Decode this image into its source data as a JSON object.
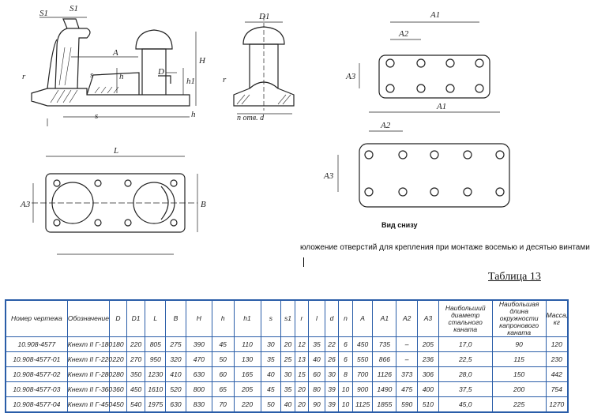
{
  "drawing": {
    "dim": {
      "s1_left": "S1",
      "s1_right": "S1",
      "A": "A",
      "L_top": "L",
      "D": "D",
      "H": "H",
      "h": "h",
      "h1": "h1",
      "s_mid": "s",
      "s_low": "s",
      "h_low": "h",
      "r": "r",
      "r_right": "r",
      "D1": "D1",
      "n_otv_d": "n отв. d",
      "L": "L",
      "B": "B",
      "A3_left": "A3",
      "A3_bottom": "A3",
      "A1_top": "A1",
      "A2_top": "A2",
      "A3_top": "A3",
      "A1_bot": "A1",
      "A2_bot": "A2",
      "A3_bot": "A3"
    },
    "caption_bottom_view": "Вид снизу"
  },
  "note": "юложение отверстий для крепления при монтаже восемью и десятью винтами",
  "table_title": "Таблица 13",
  "table": {
    "headers": [
      "Номер чертежа",
      "Обозначение",
      "D",
      "D1",
      "L",
      "B",
      "H",
      "h",
      "h1",
      "s",
      "s1",
      "r",
      "l",
      "d",
      "n",
      "A",
      "A1",
      "A2",
      "A3",
      "Наибольший диаметр стального каната",
      "Наибольшая длина окружности капронового каната",
      "Масса, кг"
    ],
    "rows": [
      [
        "10.908-4577",
        "Кнехт II Г-180",
        "180",
        "220",
        "805",
        "275",
        "390",
        "45",
        "110",
        "30",
        "20",
        "12",
        "35",
        "22",
        "6",
        "450",
        "735",
        "–",
        "205",
        "17,0",
        "90",
        "120"
      ],
      [
        "10.908-4577-01",
        "Кнехт II Г-220",
        "220",
        "270",
        "950",
        "320",
        "470",
        "50",
        "130",
        "35",
        "25",
        "13",
        "40",
        "26",
        "6",
        "550",
        "866",
        "–",
        "236",
        "22,5",
        "115",
        "230"
      ],
      [
        "10.908-4577-02",
        "Кнехт II Г-280",
        "280",
        "350",
        "1230",
        "410",
        "630",
        "60",
        "165",
        "40",
        "30",
        "15",
        "60",
        "30",
        "8",
        "700",
        "1126",
        "373",
        "306",
        "28,0",
        "150",
        "442"
      ],
      [
        "10.908-4577-03",
        "Кнехт II Г-360",
        "360",
        "450",
        "1610",
        "520",
        "800",
        "65",
        "205",
        "45",
        "35",
        "20",
        "80",
        "39",
        "10",
        "900",
        "1490",
        "475",
        "400",
        "37,5",
        "200",
        "754"
      ],
      [
        "10.908-4577-04",
        "Кнехт II Г-450",
        "450",
        "540",
        "1975",
        "630",
        "830",
        "70",
        "220",
        "50",
        "40",
        "20",
        "90",
        "39",
        "10",
        "1125",
        "1855",
        "590",
        "510",
        "45,0",
        "225",
        "1270"
      ]
    ]
  }
}
